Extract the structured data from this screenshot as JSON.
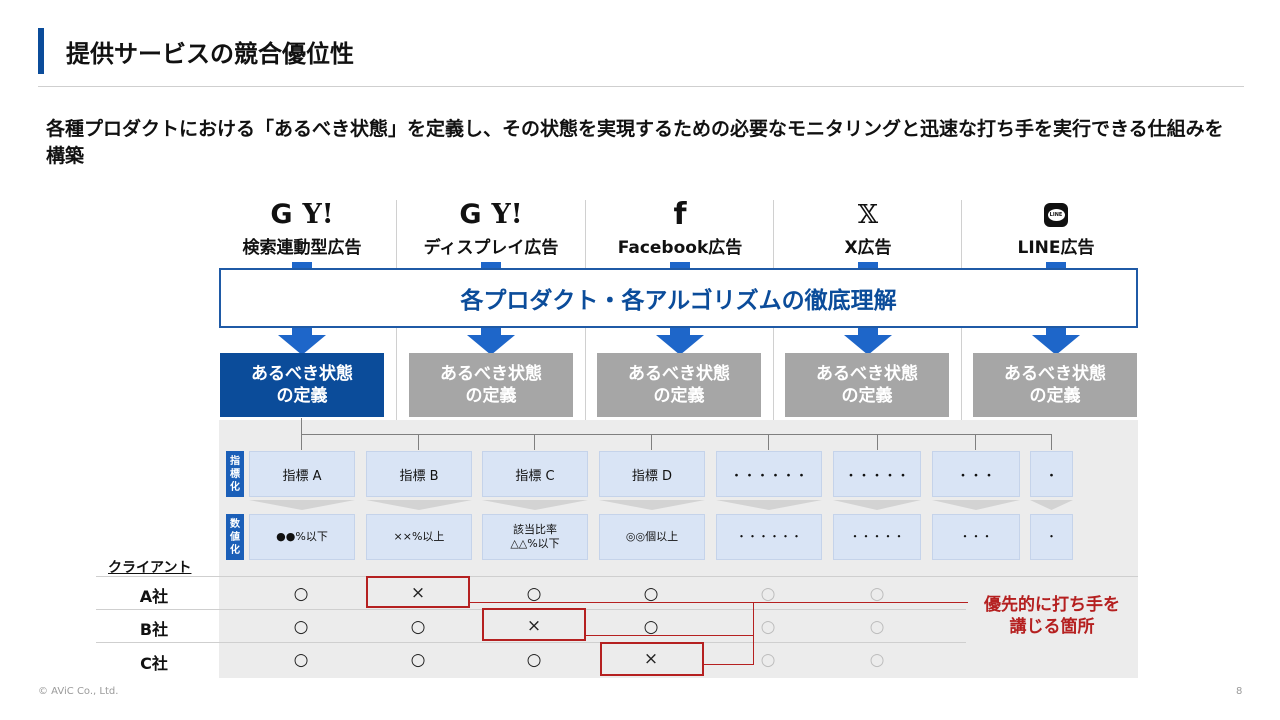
{
  "header": {
    "title": "提供サービスの競合優位性",
    "lead": "各種プロダクトにおける「あるべき状態」を定義し、その状態を実現するための必要なモニタリングと迅速な打ち手を実行できる仕組みを構築"
  },
  "channels": [
    {
      "label": "検索連動型広告",
      "logos": [
        "G",
        "Y!"
      ],
      "icon": "google-yahoo-logo"
    },
    {
      "label": "ディスプレイ広告",
      "logos": [
        "G",
        "Y!"
      ],
      "icon": "google-yahoo-logo"
    },
    {
      "label": "Facebook広告",
      "logos": [
        "f"
      ],
      "icon": "facebook-logo"
    },
    {
      "label": "X広告",
      "logos": [
        "𝕏"
      ],
      "icon": "x-logo"
    },
    {
      "label": "LINE広告",
      "logos": [
        "LINE"
      ],
      "icon": "line-logo"
    }
  ],
  "banner": "各プロダクト・各アルゴリズムの徹底理解",
  "definition": {
    "label": "あるべき状態の定義",
    "line1": "あるべき状態",
    "line2": "の定義"
  },
  "tags": {
    "metrics": [
      "指",
      "標",
      "化"
    ],
    "values": [
      "数",
      "値",
      "化"
    ]
  },
  "metrics": [
    "指標 A",
    "指標 B",
    "指標 C",
    "指標 D",
    "・・・・・・",
    "・・・・・",
    "・・・",
    "・"
  ],
  "values": [
    {
      "line1": "●●%以下",
      "line2": ""
    },
    {
      "line1": "××%以上",
      "line2": ""
    },
    {
      "line1": "該当比率",
      "line2": "△△%以下"
    },
    {
      "line1": "◎◎個以上",
      "line2": ""
    },
    {
      "line1": "・・・・・・",
      "line2": ""
    },
    {
      "line1": "・・・・・",
      "line2": ""
    },
    {
      "line1": "・・・",
      "line2": ""
    },
    {
      "line1": "・",
      "line2": ""
    }
  ],
  "clients": {
    "header": "クライアント",
    "rows": [
      {
        "name": "A社",
        "marks": [
          "○",
          "×",
          "○",
          "○",
          "○",
          "○"
        ]
      },
      {
        "name": "B社",
        "marks": [
          "○",
          "○",
          "×",
          "○",
          "○",
          "○"
        ]
      },
      {
        "name": "C社",
        "marks": [
          "○",
          "○",
          "○",
          "×",
          "○",
          "○"
        ]
      }
    ]
  },
  "callout": {
    "line1": "優先的に打ち手を",
    "line2": "講じる箇所"
  },
  "footer": {
    "copyright": "© AViC Co., Ltd.",
    "page": "8"
  },
  "colors": {
    "brand_blue": "#0b4c9a",
    "arrow_blue": "#1e66c9",
    "metric_fill": "#d9e4f5",
    "inactive_gray": "#a6a6a6",
    "alert_red": "#b52020"
  }
}
